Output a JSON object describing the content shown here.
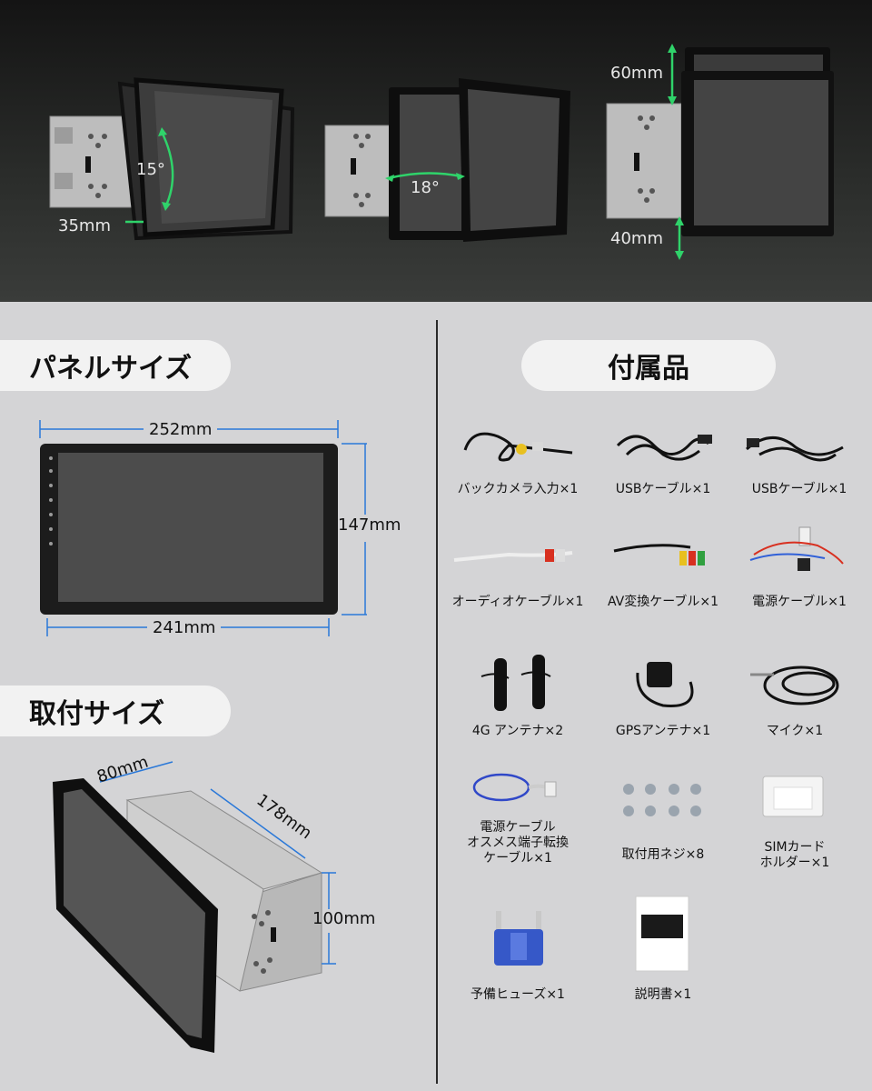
{
  "top": {
    "tilt_angle": "15°",
    "swivel_angle": "18°",
    "depth_label": "35mm",
    "raise_label": "60mm",
    "lower_label": "40mm"
  },
  "panel": {
    "heading": "パネルサイズ",
    "width_top": "252mm",
    "width_bottom": "241mm",
    "height": "147mm"
  },
  "mount": {
    "heading": "取付サイズ",
    "dim_front": "80mm",
    "dim_depth": "178mm",
    "dim_height": "100mm"
  },
  "accessories": {
    "heading": "付属品",
    "items": [
      {
        "label": "バックカメラ入力×1",
        "icon": "rca-camera-cable-icon"
      },
      {
        "label": "USBケーブル×1",
        "icon": "usb-cable-icon"
      },
      {
        "label": "USBケーブル×1",
        "icon": "usb-cable-icon"
      },
      {
        "label": "オーディオケーブル×1",
        "icon": "audio-cable-icon"
      },
      {
        "label": "AV変換ケーブル×1",
        "icon": "av-cable-icon"
      },
      {
        "label": "電源ケーブル×1",
        "icon": "power-harness-icon"
      },
      {
        "label": "4G アンテナ×2",
        "icon": "antenna-4g-icon"
      },
      {
        "label": "GPSアンテナ×1",
        "icon": "gps-antenna-icon"
      },
      {
        "label": "マイク×1",
        "icon": "microphone-icon"
      },
      {
        "label": "電源ケーブル\nオスメス端子転換\nケーブル×1",
        "icon": "terminal-adapter-cable-icon"
      },
      {
        "label": "取付用ネジ×8",
        "icon": "screws-icon"
      },
      {
        "label": "SIMカード\nホルダー×1",
        "icon": "sim-holder-icon"
      },
      {
        "label": "予備ヒューズ×1",
        "icon": "fuse-icon"
      },
      {
        "label": "説明書×1",
        "icon": "manual-icon"
      }
    ]
  },
  "colors": {
    "dimension_blue": "#2a78d8",
    "angle_green": "#2fd36a",
    "bracket_gray": "#bcbcbc"
  }
}
